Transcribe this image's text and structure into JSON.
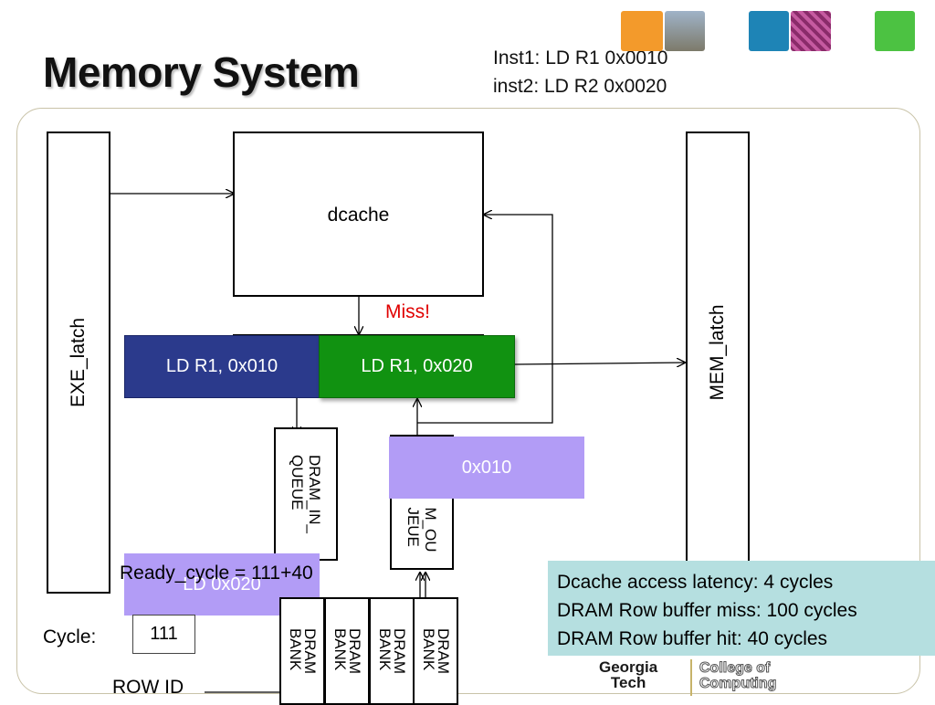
{
  "slide": {
    "title": "Memory System",
    "instructions": [
      "Inst1: LD R1 0x0010",
      "inst2: LD R2 0x0020"
    ],
    "colors": {
      "dark_blue": "#2b3a8c",
      "green": "#119211",
      "purple": "#b29cf6",
      "teal_note": "#b5dfe0",
      "miss_red": "#e00000"
    }
  },
  "pipeline": {
    "exe_latch": "EXE_latch",
    "mem_latch": "MEM_latch",
    "dcache": "dcache",
    "miss": "Miss!",
    "slot1": "LD R1, 0x010",
    "slot2": "LD R1, 0x020"
  },
  "dram": {
    "in_queue": "DRAM_IN_\nQUEUE",
    "out_queue": "M_OU\nJEUE",
    "out_popup": "0x010",
    "ld_popup": "LD 0x020",
    "ready_cycle": "Ready_cycle = 111+40",
    "cycle_label": "Cycle:",
    "cycle_value": "111",
    "row_id_label": "ROW ID",
    "banks": [
      "DRAM\nBANK",
      "DRAM\nBANK",
      "DRAM\nBANK",
      "DRAM\nBANK"
    ]
  },
  "notes": {
    "lines": [
      "Dcache access latency: 4 cycles",
      "DRAM Row buffer miss: 100 cycles",
      "DRAM Row buffer hit: 40 cycles"
    ]
  },
  "logo": {
    "school": "Georgia\nTech",
    "college": "College of\nComputing"
  }
}
